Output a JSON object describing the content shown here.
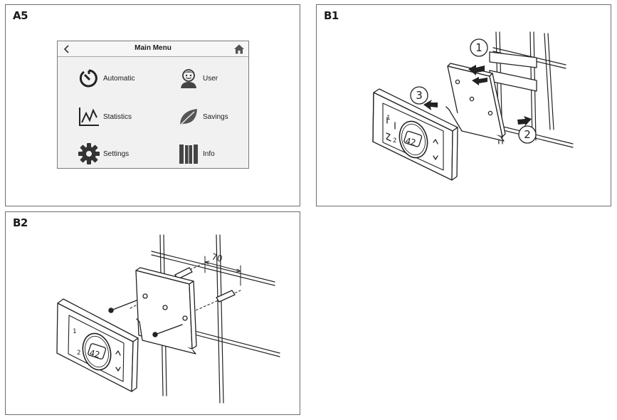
{
  "panels": {
    "a5": {
      "label": "A5"
    },
    "b1": {
      "label": "B1"
    },
    "b2": {
      "label": "B2"
    }
  },
  "screen": {
    "title": "Main Menu",
    "items": [
      {
        "label": "Automatic",
        "icon": "timer-icon"
      },
      {
        "label": "User",
        "icon": "user-icon"
      },
      {
        "label": "Statistics",
        "icon": "statistics-icon"
      },
      {
        "label": "Savings",
        "icon": "leaf-icon"
      },
      {
        "label": "Settings",
        "icon": "gear-icon"
      },
      {
        "label": "Info",
        "icon": "info-icon"
      }
    ]
  },
  "b1": {
    "steps": [
      "1",
      "2",
      "3"
    ]
  },
  "device": {
    "display_value": "42",
    "side_numbers": [
      "1",
      "2"
    ]
  },
  "b2": {
    "dimension": "70"
  }
}
